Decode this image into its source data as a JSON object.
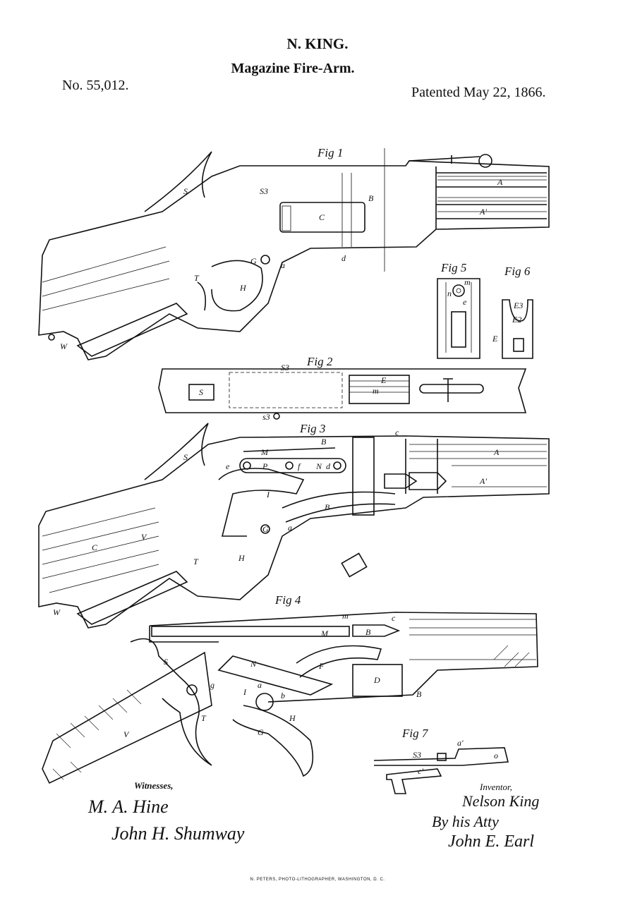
{
  "header": {
    "inventor": "N. KING.",
    "title": "Magazine Fire-Arm.",
    "patent_number": "No. 55,012.",
    "patent_date": "Patented May 22, 1866."
  },
  "figures": {
    "fig1": {
      "label": "Fig 1",
      "parts": [
        "S",
        "S3",
        "B",
        "C",
        "A",
        "A'",
        "G",
        "a",
        "d",
        "T",
        "H",
        "W"
      ]
    },
    "fig2": {
      "label": "Fig 2",
      "parts": [
        "S3",
        "S",
        "E",
        "m",
        "s3"
      ]
    },
    "fig3": {
      "label": "Fig 3",
      "parts": [
        "S",
        "B",
        "M",
        "A",
        "A'",
        "e",
        "P",
        "f",
        "N",
        "d",
        "I",
        "B",
        "C",
        "a",
        "G",
        "T",
        "H",
        "W",
        "V",
        "c"
      ]
    },
    "fig4": {
      "label": "Fig 4",
      "parts": [
        "S",
        "M",
        "B",
        "m",
        "c",
        "N",
        "F",
        "D",
        "B",
        "I",
        "G",
        "H",
        "T",
        "V",
        "g",
        "a",
        "b"
      ]
    },
    "fig5": {
      "label": "Fig 5",
      "parts": [
        "m",
        "n",
        "e"
      ]
    },
    "fig6": {
      "label": "Fig 6",
      "parts": [
        "E3",
        "E2",
        "E"
      ]
    },
    "fig7": {
      "label": "Fig 7",
      "parts": [
        "a'",
        "S3",
        "c'",
        "o"
      ]
    }
  },
  "signatures": {
    "witnesses_label": "Witnesses,",
    "witness1": "M. A. Hine",
    "witness2": "John H. Shumway",
    "inventor_label": "Inventor,",
    "inventor": "Nelson King",
    "by_atty": "By his Atty",
    "attorney": "John E. Earl"
  },
  "footer": {
    "lithographer": "N. PETERS, PHOTO-LITHOGRAPHER, WASHINGTON, D. C."
  }
}
